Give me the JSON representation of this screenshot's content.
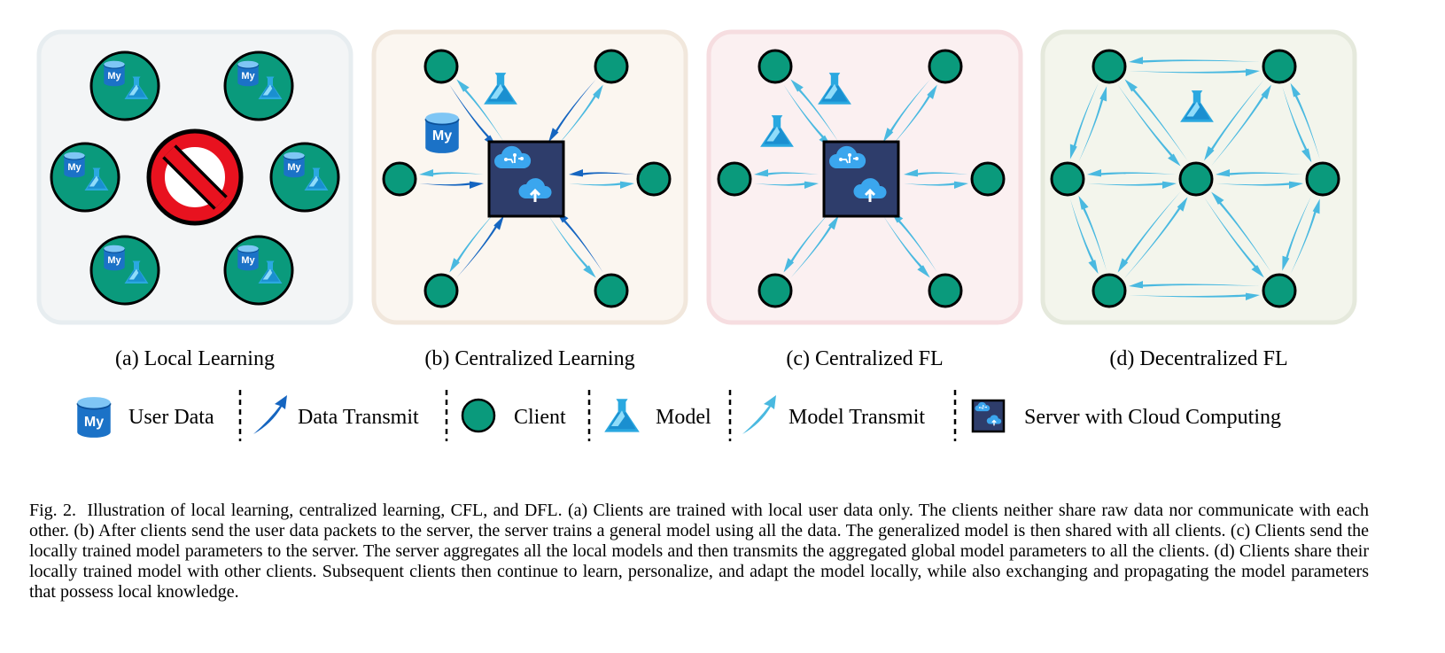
{
  "panels": [
    {
      "id": "a",
      "caption": "(a) Local Learning"
    },
    {
      "id": "b",
      "caption": "(b) Centralized Learning"
    },
    {
      "id": "c",
      "caption": "(c) Centralized FL"
    },
    {
      "id": "d",
      "caption": "(d) Decentralized FL"
    }
  ],
  "icon_text": {
    "user_data": "My"
  },
  "legend": {
    "user_data": "User Data",
    "data_transmit": "Data Transmit",
    "client": "Client",
    "model": "Model",
    "model_transmit": "Model Transmit",
    "server": "Server with Cloud Computing"
  },
  "figure_caption": {
    "label": "Fig. 2.",
    "text": "Illustration of local learning, centralized learning, CFL, and DFL. (a) Clients are trained with local user data only. The clients neither share raw data nor communicate with each other. (b) After clients send the user data packets to the server, the server trains a general model using all the data. The generalized model is then shared with all clients. (c) Clients send the locally trained model parameters to the server. The server aggregates all the local models and then transmits the aggregated global model parameters to all the clients. (d) Clients share their locally trained model with other clients. Subsequent clients then continue to learn, personalize, and adapt the model locally, while also exchanging and propagating the model parameters that possess local knowledge."
  },
  "colors": {
    "client": "#0a9a7c",
    "data_arrow": "#1565c0",
    "model_arrow": "#4ab9e0",
    "server": "#2e3d6b",
    "ban_red": "#e8121f",
    "panel_a_bg": "#f3f5f6",
    "panel_b_bg": "#fbf6f0",
    "panel_c_bg": "#fbf0f1",
    "panel_d_bg": "#f3f5ec"
  }
}
